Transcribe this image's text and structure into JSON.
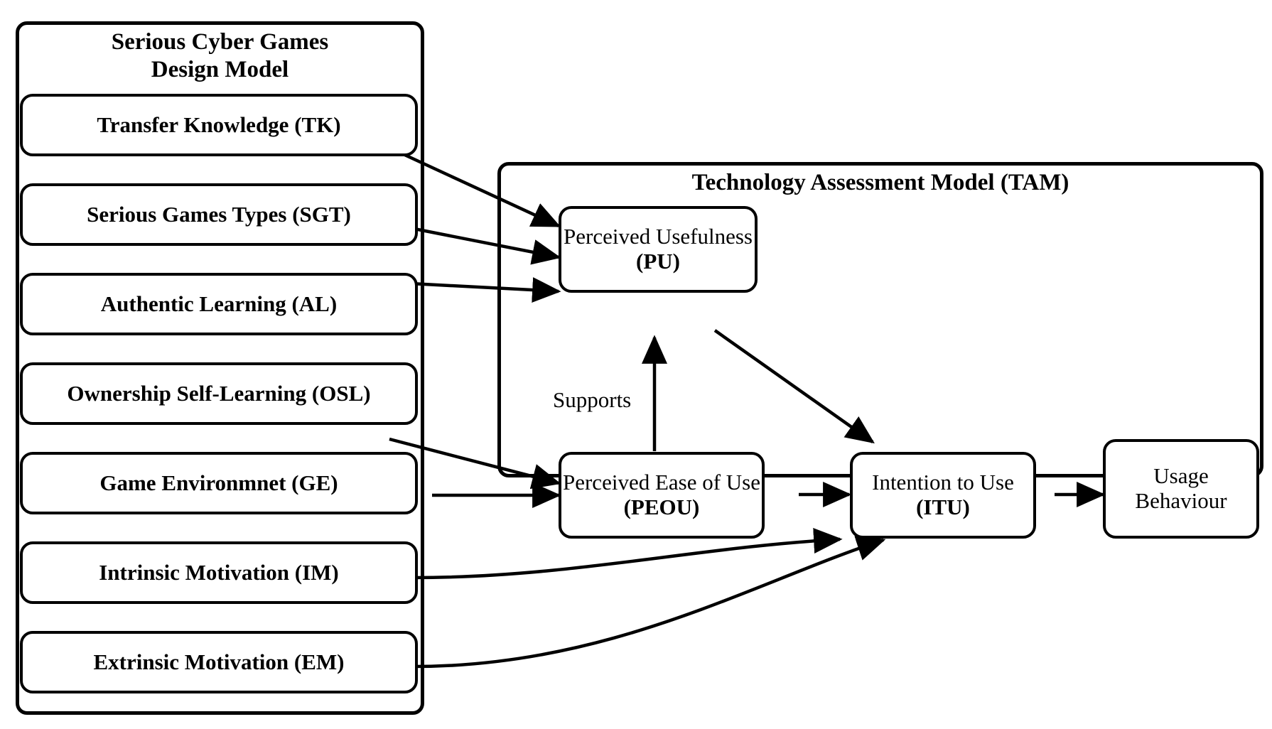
{
  "diagram": {
    "type": "conceptual-model-flowchart",
    "left_panel": {
      "title": "Serious Cyber Games\nDesign Model",
      "items": [
        {
          "id": "TK",
          "label": "Transfer Knowledge (TK)"
        },
        {
          "id": "SGT",
          "label": "Serious Games Types (SGT)"
        },
        {
          "id": "AL",
          "label": "Authentic Learning (AL)"
        },
        {
          "id": "OSL",
          "label": "Ownership Self-Learning (OSL)"
        },
        {
          "id": "GE",
          "label": "Game Environmnet (GE)"
        },
        {
          "id": "IM",
          "label": "Intrinsic Motivation (IM)"
        },
        {
          "id": "EM",
          "label": "Extrinsic Motivation (EM)"
        }
      ]
    },
    "right_panel": {
      "title": "Technology Assessment Model (TAM)",
      "nodes": [
        {
          "id": "PU",
          "line1": "Perceived Usefulness",
          "line2": "(PU)"
        },
        {
          "id": "PEOU",
          "line1": "Perceived Ease of Use",
          "line2": "(PEOU)"
        },
        {
          "id": "ITU",
          "line1": "Intention to Use",
          "line2": "(ITU)"
        },
        {
          "id": "UB",
          "line1": "Usage",
          "line2": "Behaviour"
        }
      ]
    },
    "edge_labels": [
      {
        "id": "supports",
        "text": "Supports"
      }
    ],
    "edges": [
      {
        "from": "TK",
        "to": "PU"
      },
      {
        "from": "SGT",
        "to": "PU"
      },
      {
        "from": "AL",
        "to": "PU"
      },
      {
        "from": "OSL",
        "to": "PEOU"
      },
      {
        "from": "GE",
        "to": "PEOU"
      },
      {
        "from": "IM",
        "to": "ITU"
      },
      {
        "from": "EM",
        "to": "ITU"
      },
      {
        "from": "PEOU",
        "to": "PU",
        "label": "Supports"
      },
      {
        "from": "PU",
        "to": "ITU"
      },
      {
        "from": "PEOU",
        "to": "ITU"
      },
      {
        "from": "ITU",
        "to": "UB"
      }
    ],
    "colors": {
      "stroke": "#000000",
      "background": "#ffffff",
      "text": "#000000"
    }
  }
}
